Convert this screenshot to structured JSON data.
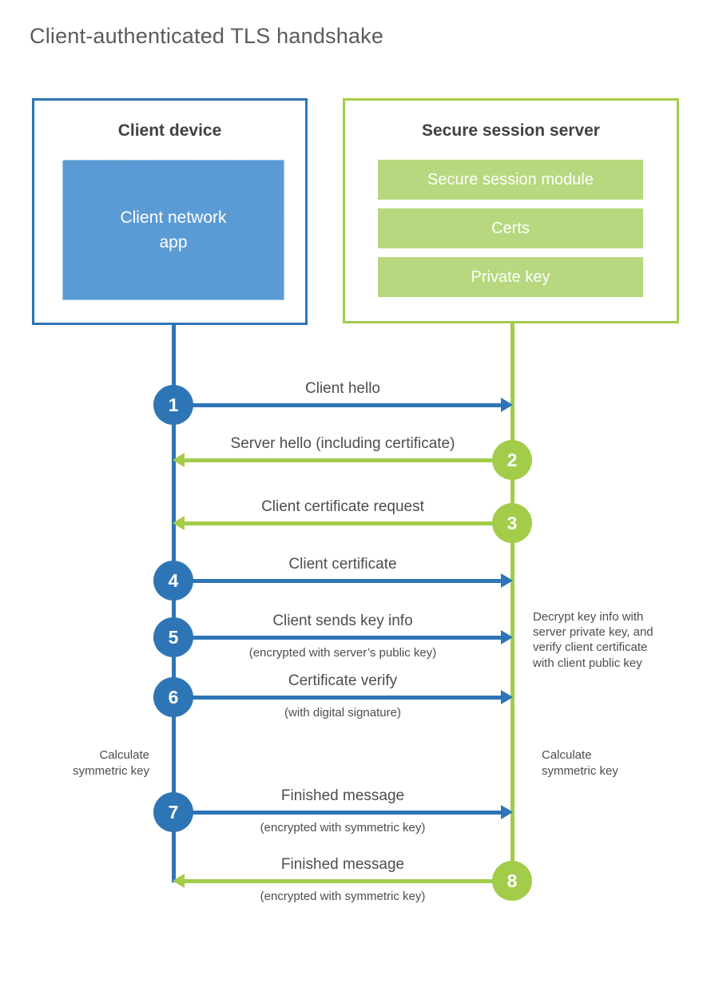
{
  "title": "Client-authenticated TLS handshake",
  "client_box": {
    "title": "Client device",
    "app_label": "Client network\napp"
  },
  "server_box": {
    "title": "Secure session server",
    "modules": [
      "Secure session module",
      "Certs",
      "Private key"
    ]
  },
  "messages": [
    {
      "num": "1",
      "direction": "to-server",
      "label": "Client hello"
    },
    {
      "num": "2",
      "direction": "to-client",
      "label": "Server hello (including certificate)"
    },
    {
      "num": "3",
      "direction": "to-client",
      "label": "Client certificate request"
    },
    {
      "num": "4",
      "direction": "to-server",
      "label": "Client certificate"
    },
    {
      "num": "5",
      "direction": "to-server",
      "label": "Client sends key info",
      "sub": "(encrypted with server’s public key)"
    },
    {
      "num": "6",
      "direction": "to-server",
      "label": "Certificate verify",
      "sub": "(with digital signature)"
    },
    {
      "num": "7",
      "direction": "to-server",
      "label": "Finished message",
      "sub": "(encrypted with symmetric key)"
    },
    {
      "num": "8",
      "direction": "to-client",
      "label": "Finished message",
      "sub": "(encrypted with symmetric key)"
    }
  ],
  "notes": {
    "decrypt": "Decrypt key info with\nserver private key, and\nverify client certificate\nwith client public key",
    "calc_left": "Calculate\nsymmetric key",
    "calc_right": "Calculate\nsymmetric key"
  },
  "colors": {
    "client_blue": "#2e75b6",
    "client_blue_light": "#5b9bd5",
    "server_green": "#a3cc4a",
    "server_green_light": "#b7d87e"
  }
}
